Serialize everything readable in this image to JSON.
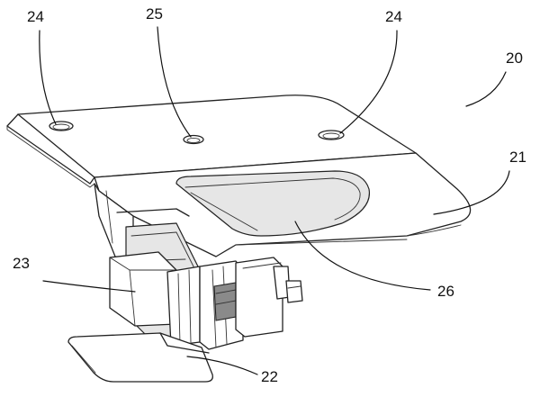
{
  "diagram": {
    "labels": [
      {
        "id": "left-hole",
        "text": "24"
      },
      {
        "id": "center-hole",
        "text": "25"
      },
      {
        "id": "right-hole",
        "text": "24"
      },
      {
        "id": "bracket",
        "text": "20"
      },
      {
        "id": "plate",
        "text": "21"
      },
      {
        "id": "slot",
        "text": "26"
      },
      {
        "id": "switch",
        "text": "23"
      },
      {
        "id": "foot",
        "text": "22"
      }
    ]
  }
}
